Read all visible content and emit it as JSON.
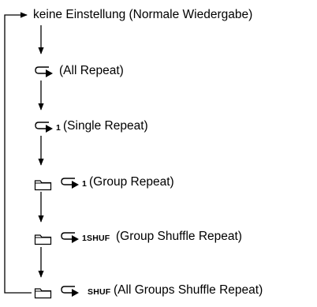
{
  "steps": [
    {
      "label": "keine Einstellung (Normale Wiedergabe)",
      "icons": []
    },
    {
      "label": "(All Repeat)",
      "icons": [
        "repeat-icon"
      ]
    },
    {
      "label": "(Single Repeat)",
      "icons": [
        "repeat-icon"
      ],
      "tag": "1"
    },
    {
      "label": "(Group Repeat)",
      "icons": [
        "folder-icon",
        "repeat-icon"
      ],
      "tag": "1"
    },
    {
      "label": "(Group Shuffle Repeat)",
      "icons": [
        "folder-icon",
        "repeat-icon"
      ],
      "tag": "1SHUF"
    },
    {
      "label": "(All Groups Shuffle Repeat)",
      "icons": [
        "folder-icon",
        "repeat-icon"
      ],
      "tag": "SHUF"
    }
  ],
  "flow": {
    "loop": "step-6 returns to step-1"
  }
}
